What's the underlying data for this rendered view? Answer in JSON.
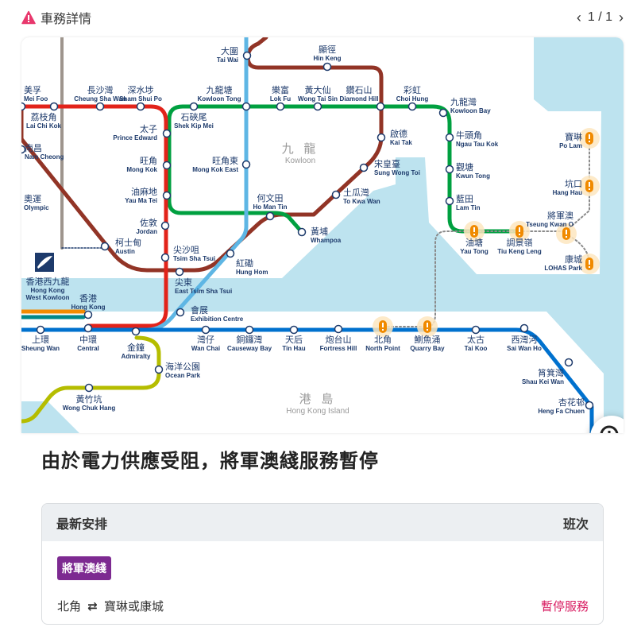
{
  "header": {
    "title": "車務詳情",
    "icon": "warning-icon",
    "pager": "1 / 1"
  },
  "map": {
    "areas": [
      {
        "zh": "九 龍",
        "en": "Kowloon"
      },
      {
        "zh": "港 島",
        "en": "Hong Kong Island"
      }
    ],
    "colors": {
      "island": "#0071ce",
      "tsuen_wan": "#e2231a",
      "kwun_tong": "#00a040",
      "east_rail": "#5eb6e4",
      "tuen_ma": "#923426",
      "south_island": "#b5bd00",
      "tung_chung": "#f38b00",
      "airport": "#00888a",
      "water": "#bde3ef",
      "alert": "#f08a00"
    },
    "stations": [
      {
        "zh": "大圍",
        "en": "Tai Wai"
      },
      {
        "zh": "顯徑",
        "en": "Hin Keng"
      },
      {
        "zh": "美孚",
        "en": "Mei Foo"
      },
      {
        "zh": "荔枝角",
        "en": "Lai Chi Kok"
      },
      {
        "zh": "長沙灣",
        "en": "Cheung Sha Wan"
      },
      {
        "zh": "深水埗",
        "en": "Sham Shui Po"
      },
      {
        "zh": "九龍塘",
        "en": "Kowloon Tong"
      },
      {
        "zh": "石硤尾",
        "en": "Shek Kip Mei"
      },
      {
        "zh": "樂富",
        "en": "Lok Fu"
      },
      {
        "zh": "黃大仙",
        "en": "Wong Tai Sin"
      },
      {
        "zh": "鑽石山",
        "en": "Diamond Hill"
      },
      {
        "zh": "彩虹",
        "en": "Choi Hung"
      },
      {
        "zh": "九龍灣",
        "en": "Kowloon Bay"
      },
      {
        "zh": "太子",
        "en": "Prince Edward"
      },
      {
        "zh": "旺角",
        "en": "Mong Kok"
      },
      {
        "zh": "油麻地",
        "en": "Yau Ma Tei"
      },
      {
        "zh": "佐敦",
        "en": "Jordan"
      },
      {
        "zh": "旺角東",
        "en": "Mong Kok East"
      },
      {
        "zh": "啟德",
        "en": "Kai Tak"
      },
      {
        "zh": "宋皇臺",
        "en": "Sung Wong Toi"
      },
      {
        "zh": "土瓜灣",
        "en": "To Kwa Wan"
      },
      {
        "zh": "何文田",
        "en": "Ho Man Tin"
      },
      {
        "zh": "黃埔",
        "en": "Whampoa"
      },
      {
        "zh": "牛頭角",
        "en": "Ngau Tau Kok"
      },
      {
        "zh": "觀塘",
        "en": "Kwun Tong"
      },
      {
        "zh": "藍田",
        "en": "Lam Tin"
      },
      {
        "zh": "油塘",
        "en": "Yau Tong",
        "alert": true
      },
      {
        "zh": "調景嶺",
        "en": "Tiu Keng Leng",
        "alert": true
      },
      {
        "zh": "將軍澳",
        "en": "Tseung Kwan O",
        "alert": true
      },
      {
        "zh": "寶琳",
        "en": "Po Lam",
        "alert": true
      },
      {
        "zh": "坑口",
        "en": "Hang Hau",
        "alert": true
      },
      {
        "zh": "康城",
        "en": "LOHAS Park",
        "alert": true
      },
      {
        "zh": "南昌",
        "en": "Nam Cheong"
      },
      {
        "zh": "奧運",
        "en": "Olympic"
      },
      {
        "zh": "柯士甸",
        "en": "Austin"
      },
      {
        "zh": "尖沙咀",
        "en": "Tsim Sha Tsui"
      },
      {
        "zh": "尖東",
        "en": "East Tsim Sha Tsui"
      },
      {
        "zh": "紅磡",
        "en": "Hung Hom"
      },
      {
        "zh": "會展",
        "en": "Exhibition Centre"
      },
      {
        "zh": "香港",
        "en": "Hong Kong"
      },
      {
        "zh": "香港西九龍",
        "en": "Hong Kong West Kowloon"
      },
      {
        "zh": "上環",
        "en": "Sheung Wan"
      },
      {
        "zh": "中環",
        "en": "Central"
      },
      {
        "zh": "金鐘",
        "en": "Admiralty"
      },
      {
        "zh": "灣仔",
        "en": "Wan Chai"
      },
      {
        "zh": "銅鑼灣",
        "en": "Causeway Bay"
      },
      {
        "zh": "天后",
        "en": "Tin Hau"
      },
      {
        "zh": "炮台山",
        "en": "Fortress Hill"
      },
      {
        "zh": "北角",
        "en": "North Point",
        "alert": true
      },
      {
        "zh": "鰂魚涌",
        "en": "Quarry Bay",
        "alert": true
      },
      {
        "zh": "太古",
        "en": "Tai Koo"
      },
      {
        "zh": "西灣河",
        "en": "Sai Wan Ho"
      },
      {
        "zh": "筲箕灣",
        "en": "Shau Kei Wan"
      },
      {
        "zh": "杏花邨",
        "en": "Heng Fa Chuen"
      },
      {
        "zh": "海洋公園",
        "en": "Ocean Park"
      },
      {
        "zh": "黃竹坑",
        "en": "Wong Chuk Hang"
      }
    ]
  },
  "headline": "由於電力供應受阻，將軍澳綫服務暫停",
  "arrangement": {
    "header_left": "最新安排",
    "header_right": "班次",
    "line_badge": "將軍澳綫",
    "line_color": "#7d2a91",
    "route_from": "北角",
    "route_to": "寶琳或康城",
    "route_icon": "swap-icon",
    "status": "暫停服務",
    "status_color": "#d81b60"
  }
}
